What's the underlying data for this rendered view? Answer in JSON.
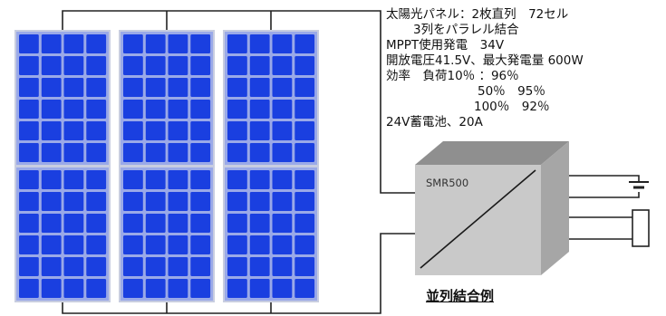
{
  "specs": {
    "line1": "太陽光パネル：2枚直列　72セル",
    "line2": "3列をパラレル結合",
    "line3": "MPPT使用発電　34V",
    "line4": "開放電圧41.5V、最大発電量 600W",
    "line5": "効率　負荷10％ ：96％",
    "line6": "50％　95％",
    "line7": "100％　92％",
    "line8": "24V蓄電池、20A"
  },
  "controller": {
    "label": "SMR500"
  },
  "caption": "並列結合例",
  "colors": {
    "panel_cell": "#1a3fe0",
    "panel_gap": "#9aa9e8",
    "panel_frame": "#c8cde0",
    "box_front": "#c9c9c9",
    "box_top": "#8f8f8f",
    "box_side": "#a6a6a6",
    "wire": "#222222"
  }
}
